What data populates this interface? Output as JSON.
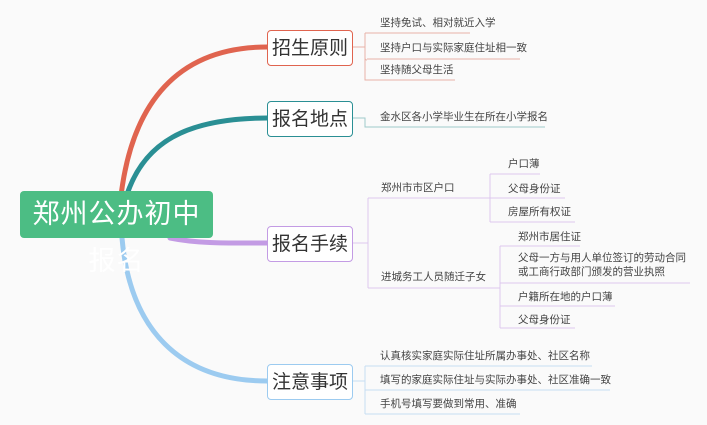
{
  "root": {
    "label": "郑州公办初中报名"
  },
  "colors": {
    "root": "#4cbd84",
    "principles": "#e0644f",
    "location": "#2a8f94",
    "procedures": "#c39be4",
    "notes": "#9ccbf0"
  },
  "branches": {
    "principles": {
      "label": "招生原则",
      "items": [
        "坚持免试、相对就近入学",
        "坚持户口与实际家庭住址相一致",
        "坚持随父母生活"
      ]
    },
    "location": {
      "label": "报名地点",
      "items": [
        "金水区各小学毕业生在所在小学报名"
      ]
    },
    "procedures": {
      "label": "报名手续",
      "groups": [
        {
          "label": "郑州市市区户口",
          "items": [
            "户口薄",
            "父母身份证",
            "房屋所有权证"
          ]
        },
        {
          "label": "进城务工人员随迁子女",
          "items": [
            "郑州市居住证",
            "父母一方与用人单位签订的劳动合同",
            "或工商行政部门颁发的营业执照",
            "户籍所在地的户口薄",
            "父母身份证"
          ]
        }
      ]
    },
    "notes": {
      "label": "注意事项",
      "items": [
        "认真核实家庭实际住址所属办事处、社区名称",
        "填写的家庭实际住址与实际办事处、社区准确一致",
        "手机号填写要做到常用、准确"
      ]
    }
  }
}
